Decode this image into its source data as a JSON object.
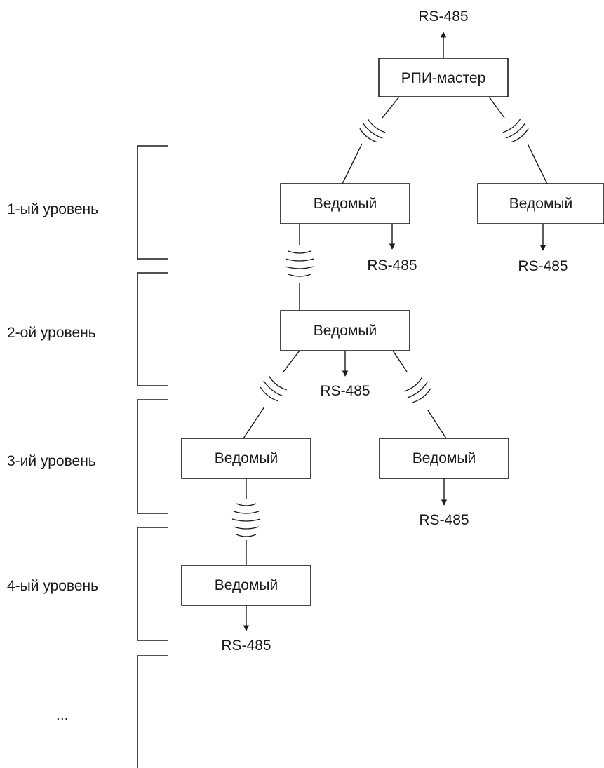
{
  "master": {
    "label": "РПИ-мастер",
    "output_label": "RS-485"
  },
  "levels": [
    {
      "label": "1-ый уровень"
    },
    {
      "label": "2-ой уровень"
    },
    {
      "label": "3-ий уровень"
    },
    {
      "label": "4-ый уровень"
    },
    {
      "label": "..."
    }
  ],
  "nodes": [
    {
      "label": "Ведомый",
      "output_label": "RS-485"
    },
    {
      "label": "Ведомый",
      "output_label": "RS-485"
    },
    {
      "label": "Ведомый",
      "output_label": "RS-485"
    },
    {
      "label": "Ведомый"
    },
    {
      "label": "Ведомый",
      "output_label": "RS-485"
    },
    {
      "label": "Ведомый",
      "output_label": "RS-485"
    }
  ]
}
